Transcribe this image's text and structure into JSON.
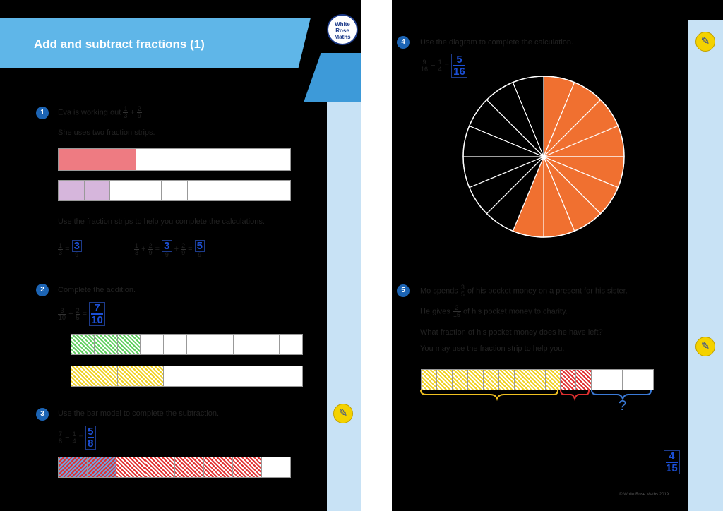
{
  "worksheet": {
    "title": "Add and subtract fractions (1)",
    "logo": [
      "White",
      "Rose",
      "Maths"
    ],
    "copyright": "© White Rose Maths 2019"
  },
  "q1": {
    "number": "1",
    "line1_prefix": "Eva is working out",
    "line1_f1": {
      "n": "1",
      "d": "3"
    },
    "line1_plus": "+",
    "line1_f2": {
      "n": "2",
      "d": "9"
    },
    "line2": "She uses two fraction strips.",
    "strip_a": {
      "cells": 3,
      "shaded": 1
    },
    "strip_b": {
      "cells": 9,
      "shaded": 2
    },
    "instruction": "Use the fraction strips to help you complete the calculations.",
    "calc1": {
      "lhs": {
        "n": "1",
        "d": "3"
      },
      "eq": "=",
      "ans": "3",
      "den": "9"
    },
    "calc2": {
      "f1": {
        "n": "1",
        "d": "3"
      },
      "plus1": "+",
      "f2": {
        "n": "2",
        "d": "9"
      },
      "eq1": "=",
      "ans1": "3",
      "den1": "9",
      "plus2": "+",
      "f3": {
        "n": "2",
        "d": "9"
      },
      "eq2": "=",
      "ans2": "5",
      "den2": "9"
    }
  },
  "q2": {
    "number": "2",
    "text": "Complete the addition.",
    "f1": {
      "n": "3",
      "d": "10"
    },
    "plus": "+",
    "f2": {
      "n": "2",
      "d": "5"
    },
    "eq": "=",
    "answer": {
      "n": "7",
      "d": "10"
    },
    "strip_a": {
      "cells": 10,
      "shaded": 3
    },
    "strip_b": {
      "cells": 5,
      "shaded": 2
    }
  },
  "q3": {
    "number": "3",
    "text": "Use the bar model to complete the subtraction.",
    "f1": {
      "n": "7",
      "d": "8"
    },
    "minus": "−",
    "f2": {
      "n": "1",
      "d": "4"
    },
    "eq": "=",
    "answer": {
      "n": "5",
      "d": "8"
    },
    "strip": {
      "cells": 8,
      "crossed": 2,
      "shaded": 7
    }
  },
  "q4": {
    "number": "4",
    "text": "Use the diagram to complete the calculation.",
    "f1": {
      "n": "9",
      "d": "16"
    },
    "minus": "−",
    "f2": {
      "n": "1",
      "d": "4"
    },
    "eq": "=",
    "answer": {
      "n": "5",
      "d": "16"
    },
    "circle": {
      "sectors": 16,
      "shaded": 9
    }
  },
  "q5": {
    "number": "5",
    "line1_prefix": "Mo spends",
    "line1_f": {
      "n": "3",
      "d": "5"
    },
    "line1_suffix": "of his pocket money on a present for his sister.",
    "line2_prefix": "He gives",
    "line2_f": {
      "n": "2",
      "d": "15"
    },
    "line2_suffix": "of his pocket money to charity.",
    "line3": "What fraction of his pocket money does he have left?",
    "line4": "You may use the fraction strip to help you.",
    "strip": {
      "cells": 15,
      "yellow": 9,
      "red": 2
    },
    "question_mark": "?",
    "answer": {
      "n": "4",
      "d": "15"
    }
  },
  "icons": {
    "pencil": "pencil-icon"
  },
  "colors": {
    "banner": "#5fb6e8",
    "sidebar": "#c8e2f5",
    "number_circle": "#1c64b4",
    "answer_ink": "#1b4fd6",
    "pie_fill": "#f07030"
  }
}
